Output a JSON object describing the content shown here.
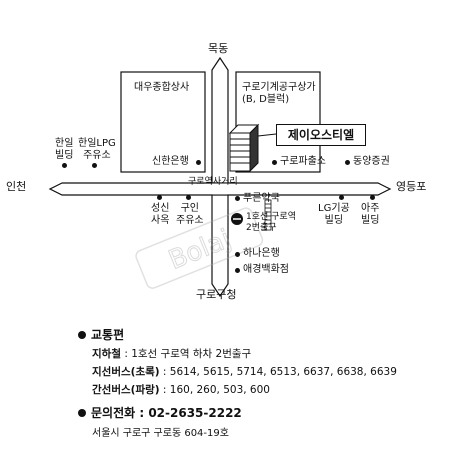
{
  "map": {
    "directions": {
      "north": "목동",
      "south": "구로구청",
      "west": "인천",
      "east": "영등포"
    },
    "road_label": "구로역사거리",
    "blocks": {
      "left": "대우종합상사",
      "right": "구로기계공구상가\n(B, D블럭)"
    },
    "highlight": "제이오스티엘",
    "landmarks": [
      {
        "label": "신한은행"
      },
      {
        "label": "구로파출소"
      },
      {
        "label": "동양증권"
      },
      {
        "label": "한일\n빌딩"
      },
      {
        "label": "한일LPG\n주유소"
      },
      {
        "label": "성신\n사옥"
      },
      {
        "label": "구인\n주유소"
      },
      {
        "label": "푸른약국"
      },
      {
        "label": "1호선 구로역\n2번출구"
      },
      {
        "label": "LG기공\n빌딩"
      },
      {
        "label": "아주\n빌딩"
      },
      {
        "label": "하나은행"
      },
      {
        "label": "애경백화점"
      }
    ],
    "watermark": "Bolaj"
  },
  "transport": {
    "heading": "교통편",
    "lines": [
      {
        "key": "지하철",
        "value": ": 1호선 구로역 하차 2번출구"
      },
      {
        "key": "지선버스(초록)",
        "value": ": 5614, 5615, 5714, 6513, 6637, 6638, 6639"
      },
      {
        "key": "간선버스(파랑)",
        "value": ": 160, 260, 503, 600"
      }
    ]
  },
  "contact": {
    "heading": "문의전화 : 02-2635-2222",
    "address": "서울시 구로구 구로동 604-19호"
  }
}
